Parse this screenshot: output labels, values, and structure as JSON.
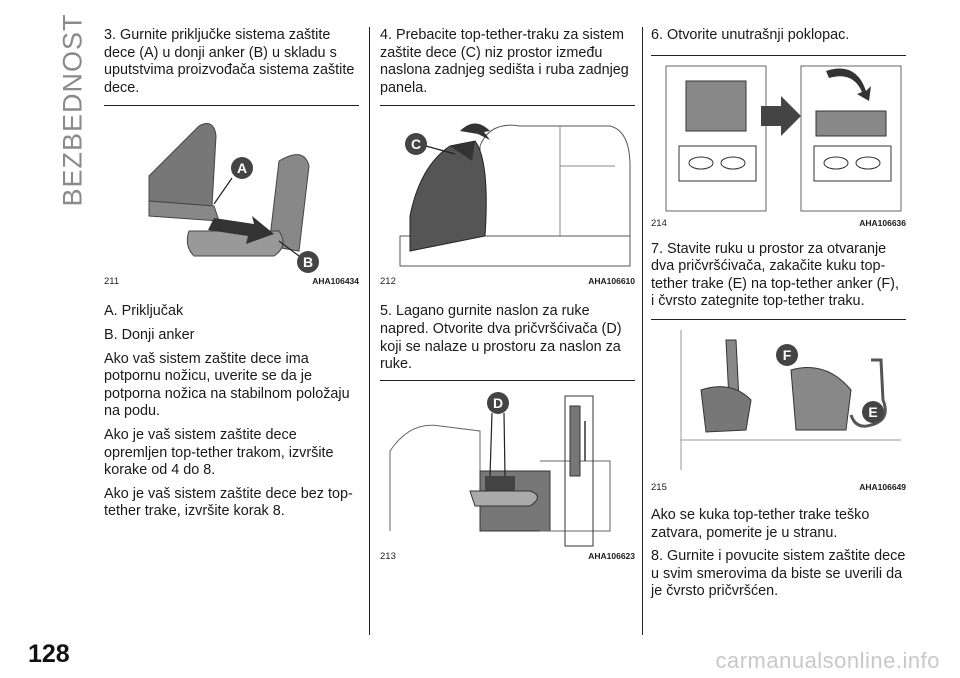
{
  "sidebar": {
    "section_title": "BEZBEDNOST"
  },
  "page_number": "128",
  "watermark": "carmanualsonline.info",
  "col1": {
    "step3": "3. Gurnite priključke sistema zaštite dece (A) u donji anker (B) u skladu s uputstvima proizvođača sistema zaštite dece.",
    "figure": {
      "num": "211",
      "code": "AHA106434",
      "labels": [
        "A",
        "B"
      ]
    },
    "item_a": "A. Priključak",
    "item_b": "B. Donji anker",
    "para1": "Ako vaš sistem zaštite dece ima potpornu nožicu, uverite se da je potporna nožica na stabilnom položaju na podu.",
    "para2": "Ako je vaš sistem zaštite dece opremljen top-tether trakom, izvršite korake od 4 do 8.",
    "para3": "Ako je vaš sistem zaštite dece bez top-tether trake, izvršite korak 8."
  },
  "col2": {
    "step4": "4. Prebacite top-tether-traku za sistem zaštite dece (C) niz prostor između naslona zadnjeg sedišta i ruba zadnjeg panela.",
    "figure1": {
      "num": "212",
      "code": "AHA106610",
      "labels": [
        "C"
      ]
    },
    "step5": "5. Lagano gurnite naslon za ruke napred. Otvorite dva pričvršćivača (D) koji se nalaze u prostoru za naslon za ruke.",
    "figure2": {
      "num": "213",
      "code": "AHA106623",
      "labels": [
        "D"
      ]
    }
  },
  "col3": {
    "step6": "6. Otvorite unutrašnji poklopac.",
    "figure1": {
      "num": "214",
      "code": "AHA106636"
    },
    "step7": "7. Stavite ruku u prostor za otvaranje dva pričvršćivača, zakačite kuku top-tether trake (E) na top-tether anker (F), i čvrsto zategnite top-tether traku.",
    "figure2": {
      "num": "215",
      "code": "AHA106649",
      "labels": [
        "F",
        "E"
      ]
    },
    "para1": "Ako se kuka top-tether trake teško zatvara, pomerite je u stranu.",
    "step8": "8. Gurnite i povucite sistem zaštite dece u svim smerovima da biste se uverili da je čvrsto pričvršćen."
  }
}
